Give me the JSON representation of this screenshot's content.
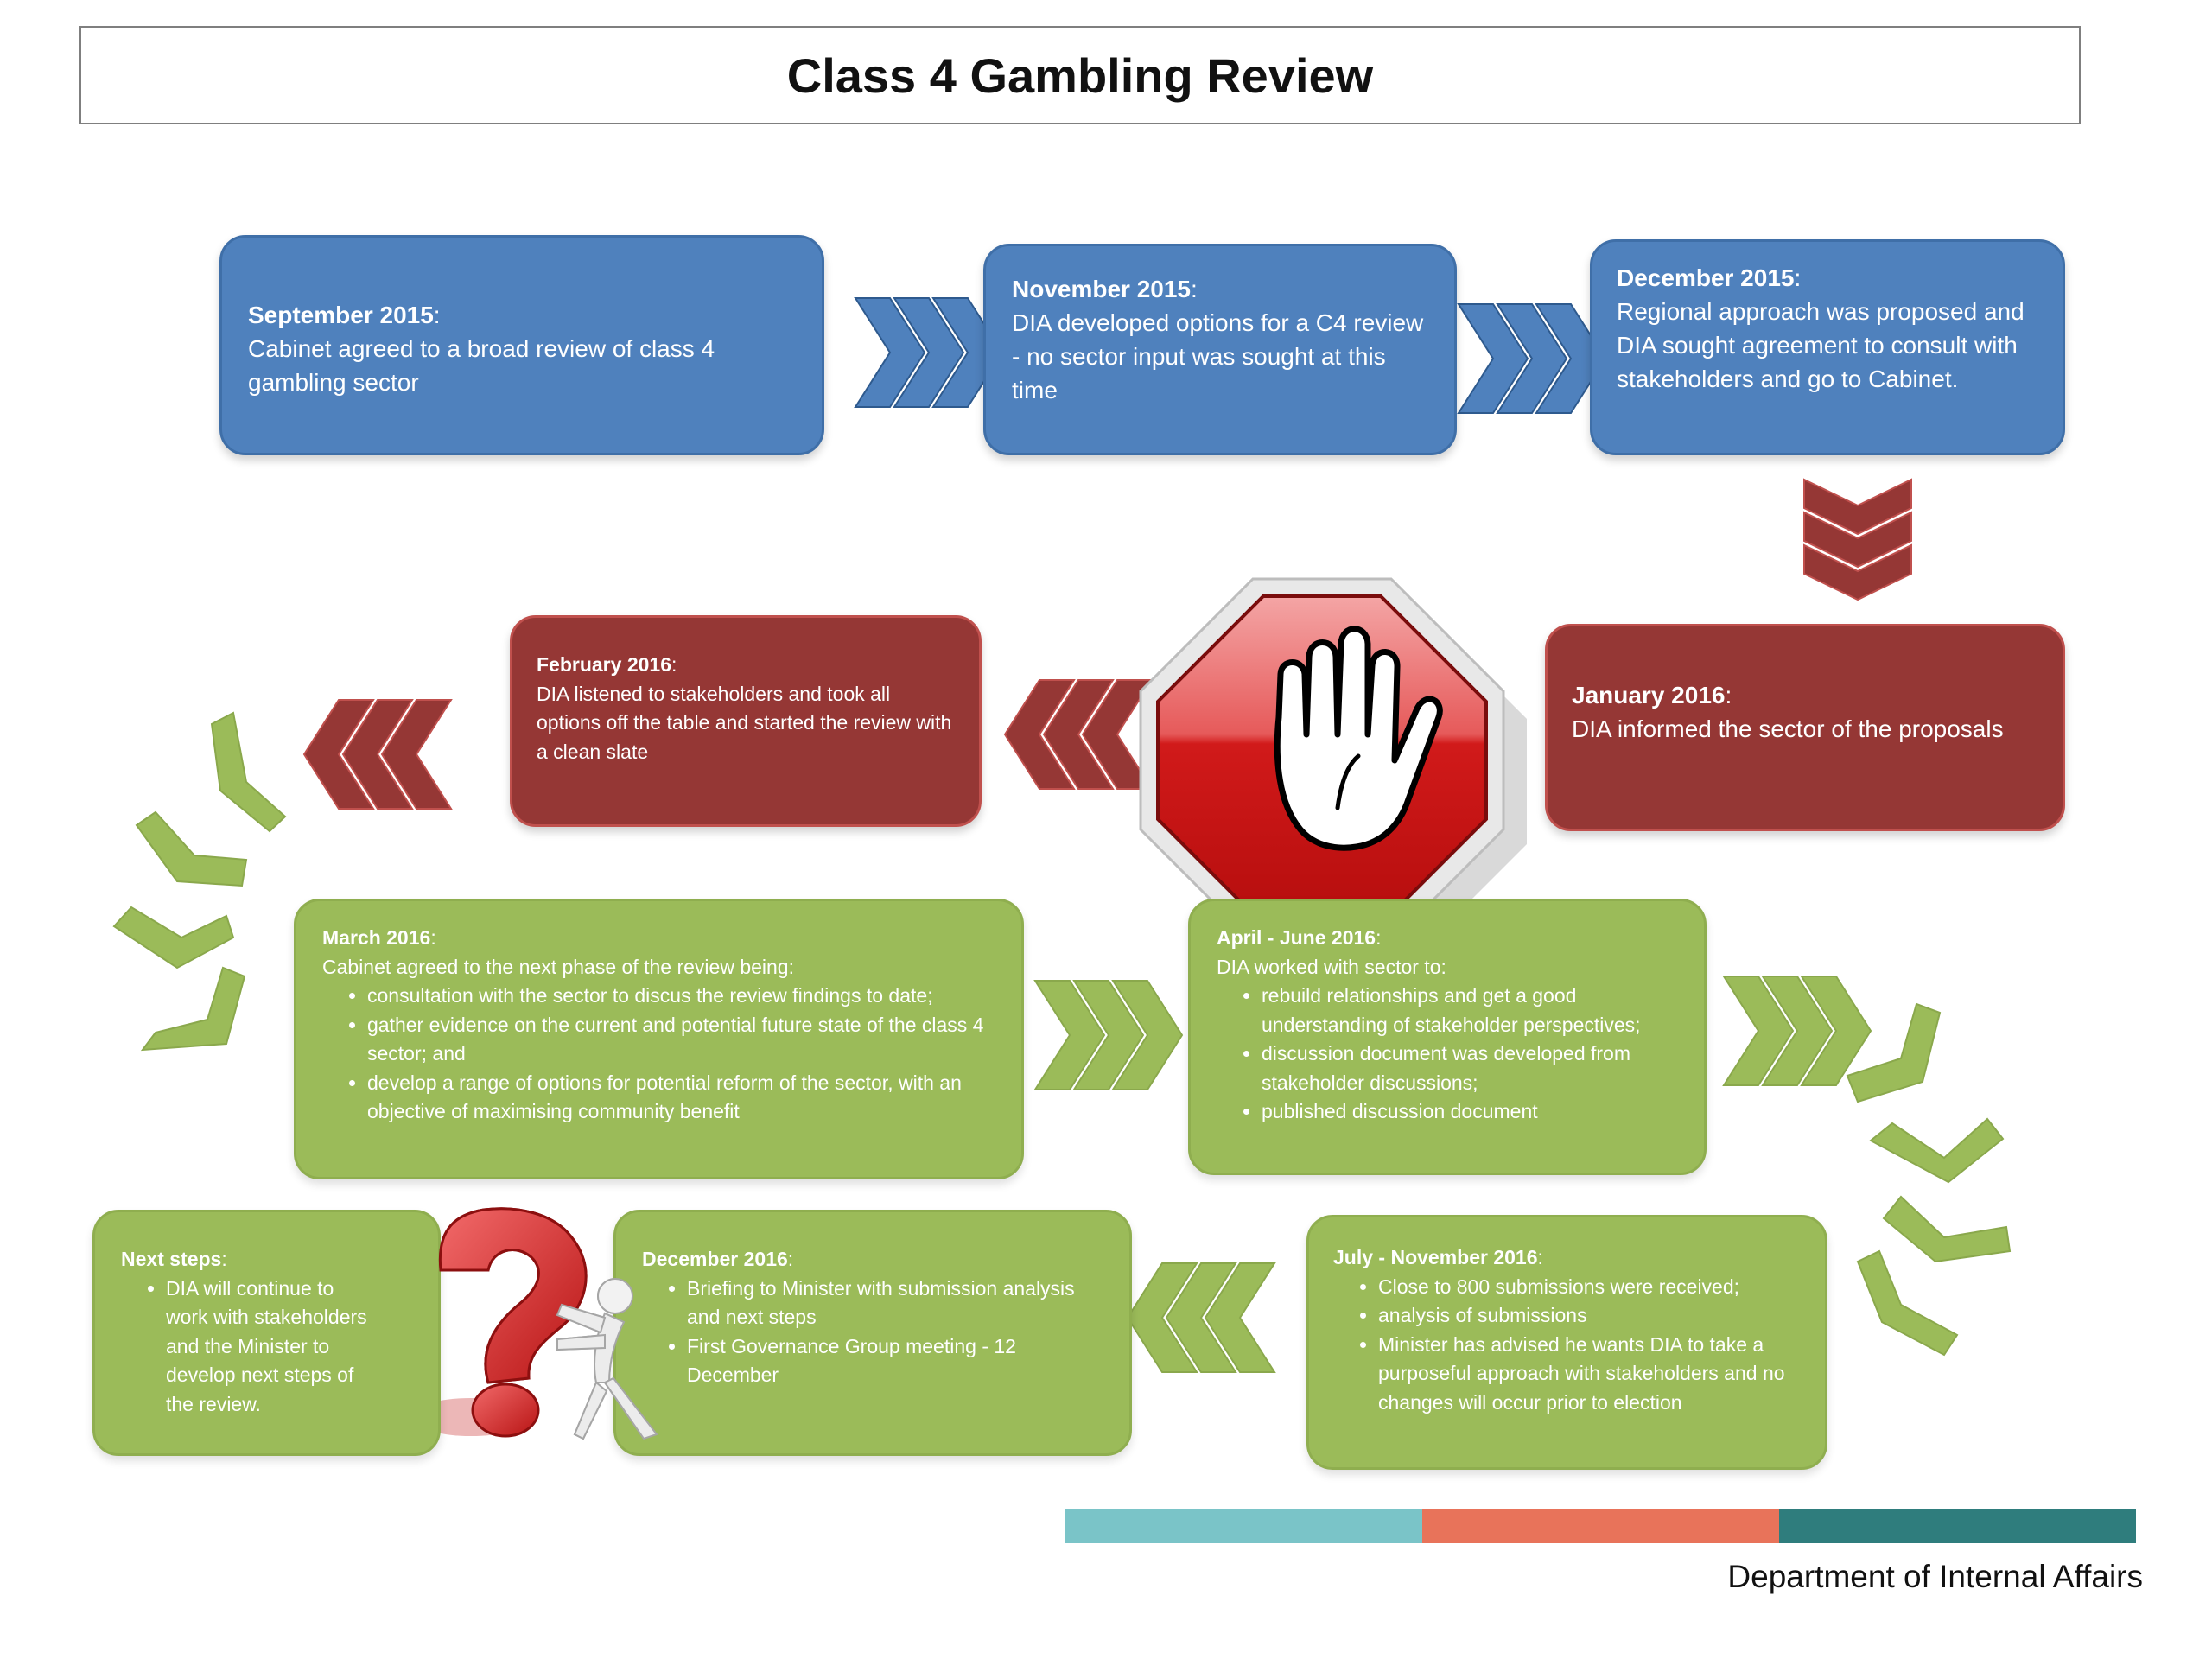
{
  "title": "Class 4 Gambling Review",
  "footer": "Department of Internal Affairs",
  "colors": {
    "blue": "#4f81bd",
    "red": "#953735",
    "green": "#9bbb59",
    "footer_teal_light": "#7ac4c8",
    "footer_orange": "#e8735a",
    "footer_teal_dark": "#2f7d7d"
  },
  "stages": {
    "sep2015": {
      "heading": "September 2015",
      "text": "Cabinet agreed to a broad review of class 4 gambling sector"
    },
    "nov2015": {
      "heading": "November 2015",
      "text": "DIA developed options for a C4 review - no sector input was sought at this time"
    },
    "dec2015": {
      "heading": "December 2015",
      "text": "Regional approach was proposed and DIA sought agreement to consult with stakeholders and go to Cabinet."
    },
    "jan2016": {
      "heading": "January 2016",
      "text": "DIA informed the sector of the proposals"
    },
    "feb2016": {
      "heading": "February 2016",
      "text": "DIA listened to stakeholders and took all options off the table and started the review with a clean slate"
    },
    "mar2016": {
      "heading": "March 2016",
      "text": "Cabinet agreed to the next phase of the review being:",
      "bullets": [
        " consultation with the sector to discus the review findings to date;",
        "gather evidence on the current and potential future state of the class 4 sector; and",
        "develop a range of options for potential reform of the sector, with an objective of maximising community  benefit"
      ]
    },
    "aprjun2016": {
      "heading": "April - June 2016",
      "text": "DIA worked with sector to:",
      "bullets": [
        "rebuild relationships and get a good understanding of stakeholder perspectives;",
        "discussion document was developed from stakeholder discussions;",
        "published discussion document"
      ]
    },
    "julnov2016": {
      "heading": "July - November 2016",
      "bullets": [
        "Close to 800 submissions were received;",
        "analysis of submissions",
        "Minister has advised he wants DIA to take a purposeful approach with stakeholders and no changes will occur prior to election"
      ]
    },
    "dec2016": {
      "heading": "December 2016",
      "bullets": [
        "Briefing to Minister with submission analysis and next steps",
        "First Governance Group meeting - 12 December"
      ]
    },
    "next": {
      "heading": "Next steps",
      "bullets": [
        "DIA will continue to work with stakeholders and the Minister to develop next steps of the review."
      ]
    }
  },
  "icons": [
    "chevron-right-icon",
    "chevron-left-icon",
    "chevron-down-icon",
    "stop-hand-icon",
    "question-mark-figure-icon"
  ]
}
